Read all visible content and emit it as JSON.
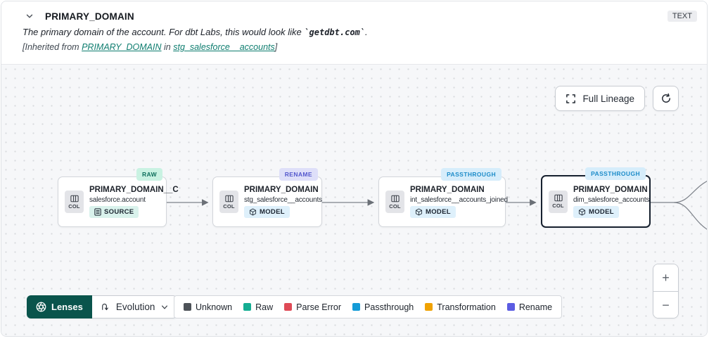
{
  "header": {
    "title": "PRIMARY_DOMAIN",
    "type_badge": "TEXT",
    "description": {
      "prefix": "The primary domain of the account. For dbt Labs, this would look like ",
      "code": "`getdbt.com`",
      "suffix": "."
    },
    "inherited": {
      "prefix": "[Inherited from ",
      "link_column": "PRIMARY_DOMAIN",
      "middle": " in ",
      "link_model": "stg_salesforce__accounts",
      "suffix": "]"
    }
  },
  "toolbar": {
    "full_lineage_label": "Full Lineage"
  },
  "nodes": [
    {
      "lens_badge": "RAW",
      "badge_bg": "#c9f2e2",
      "badge_text": "#0d6f5c",
      "col_label": "COL",
      "title": "PRIMARY_DOMAIN__C",
      "subtitle": "salesforce.account",
      "type_label": "SOURCE",
      "type_bg": "#d9f2ec"
    },
    {
      "lens_badge": "RENAME",
      "badge_bg": "#dedff9",
      "badge_text": "#5458cd",
      "col_label": "COL",
      "title": "PRIMARY_DOMAIN",
      "subtitle": "stg_salesforce__accounts",
      "type_label": "MODEL",
      "type_bg": "#def0fb"
    },
    {
      "lens_badge": "PASSTHROUGH",
      "badge_bg": "#d6edfb",
      "badge_text": "#1d8cc9",
      "col_label": "COL",
      "title": "PRIMARY_DOMAIN",
      "subtitle": "int_salesforce__accounts_joined",
      "type_label": "MODEL",
      "type_bg": "#def0fb"
    },
    {
      "lens_badge": "PASSTHROUGH",
      "badge_bg": "#d6edfb",
      "badge_text": "#1d8cc9",
      "col_label": "COL",
      "title": "PRIMARY_DOMAIN",
      "subtitle": "dim_salesforce_accounts",
      "type_label": "MODEL",
      "type_bg": "#def0fb",
      "selected": true
    }
  ],
  "footer": {
    "lenses_label": "Lenses",
    "lens_selector_label": "Evolution",
    "legend": [
      {
        "label": "Unknown",
        "color": "#4d5258"
      },
      {
        "label": "Raw",
        "color": "#15ad92"
      },
      {
        "label": "Parse Error",
        "color": "#df4a56"
      },
      {
        "label": "Passthrough",
        "color": "#149bd7"
      },
      {
        "label": "Transformation",
        "color": "#f0a202"
      },
      {
        "label": "Rename",
        "color": "#5b5ce2"
      }
    ]
  },
  "zoom_controls": {
    "zoom_in": "+",
    "zoom_out": "−"
  },
  "colors": {
    "accent_teal": "#0e7d6f",
    "lenses_bg": "#0a544c",
    "selected_border": "#16202e"
  }
}
